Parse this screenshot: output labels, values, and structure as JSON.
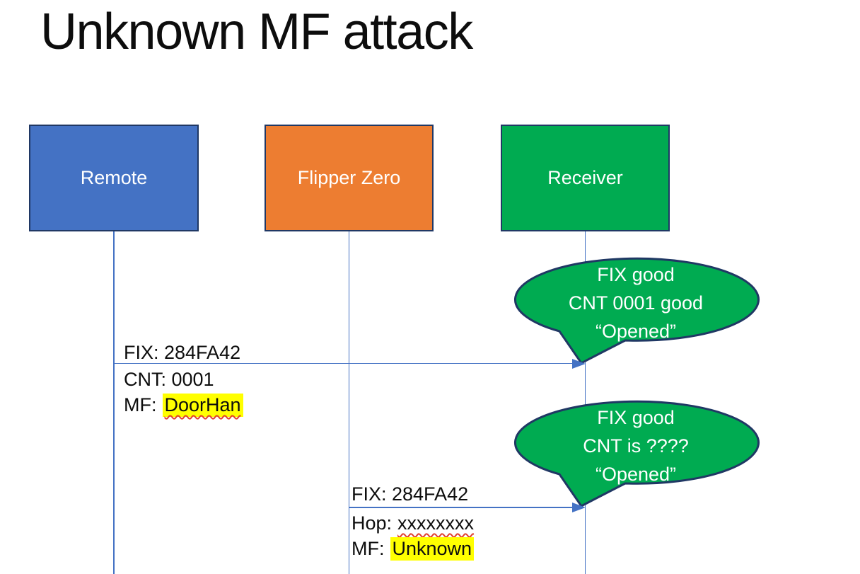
{
  "title": "Unknown MF attack",
  "colors": {
    "actor_blue": "#4472C4",
    "actor_orange": "#ED7D31",
    "actor_green": "#00AB51",
    "border_navy": "#203864",
    "connector_blue": "#4472C4",
    "highlight_yellow": "#FFFF00",
    "squiggle_red": "#E0402F"
  },
  "actors": [
    {
      "label": "Remote"
    },
    {
      "label": "Flipper Zero"
    },
    {
      "label": "Receiver"
    }
  ],
  "messages": [
    {
      "from": "Remote",
      "to": "Receiver",
      "above_label": "FIX: 284FA42",
      "below_label_1": "CNT: 0001",
      "below_label_2_prefix": "MF:",
      "below_label_2_value": "DoorHan"
    },
    {
      "from": "Flipper Zero",
      "to": "Receiver",
      "above_label": "FIX: 284FA42",
      "below_label_1_prefix": "Hop:",
      "below_label_1_value": "xxxxxxxx",
      "below_label_2_prefix": "MF:",
      "below_label_2_value": "Unknown"
    }
  ],
  "bubbles": [
    {
      "line1": "FIX good",
      "line2": "CNT 0001 good",
      "line3": "“Opened”"
    },
    {
      "line1": "FIX good",
      "line2": "CNT is ????",
      "line3": "“Opened”"
    }
  ]
}
